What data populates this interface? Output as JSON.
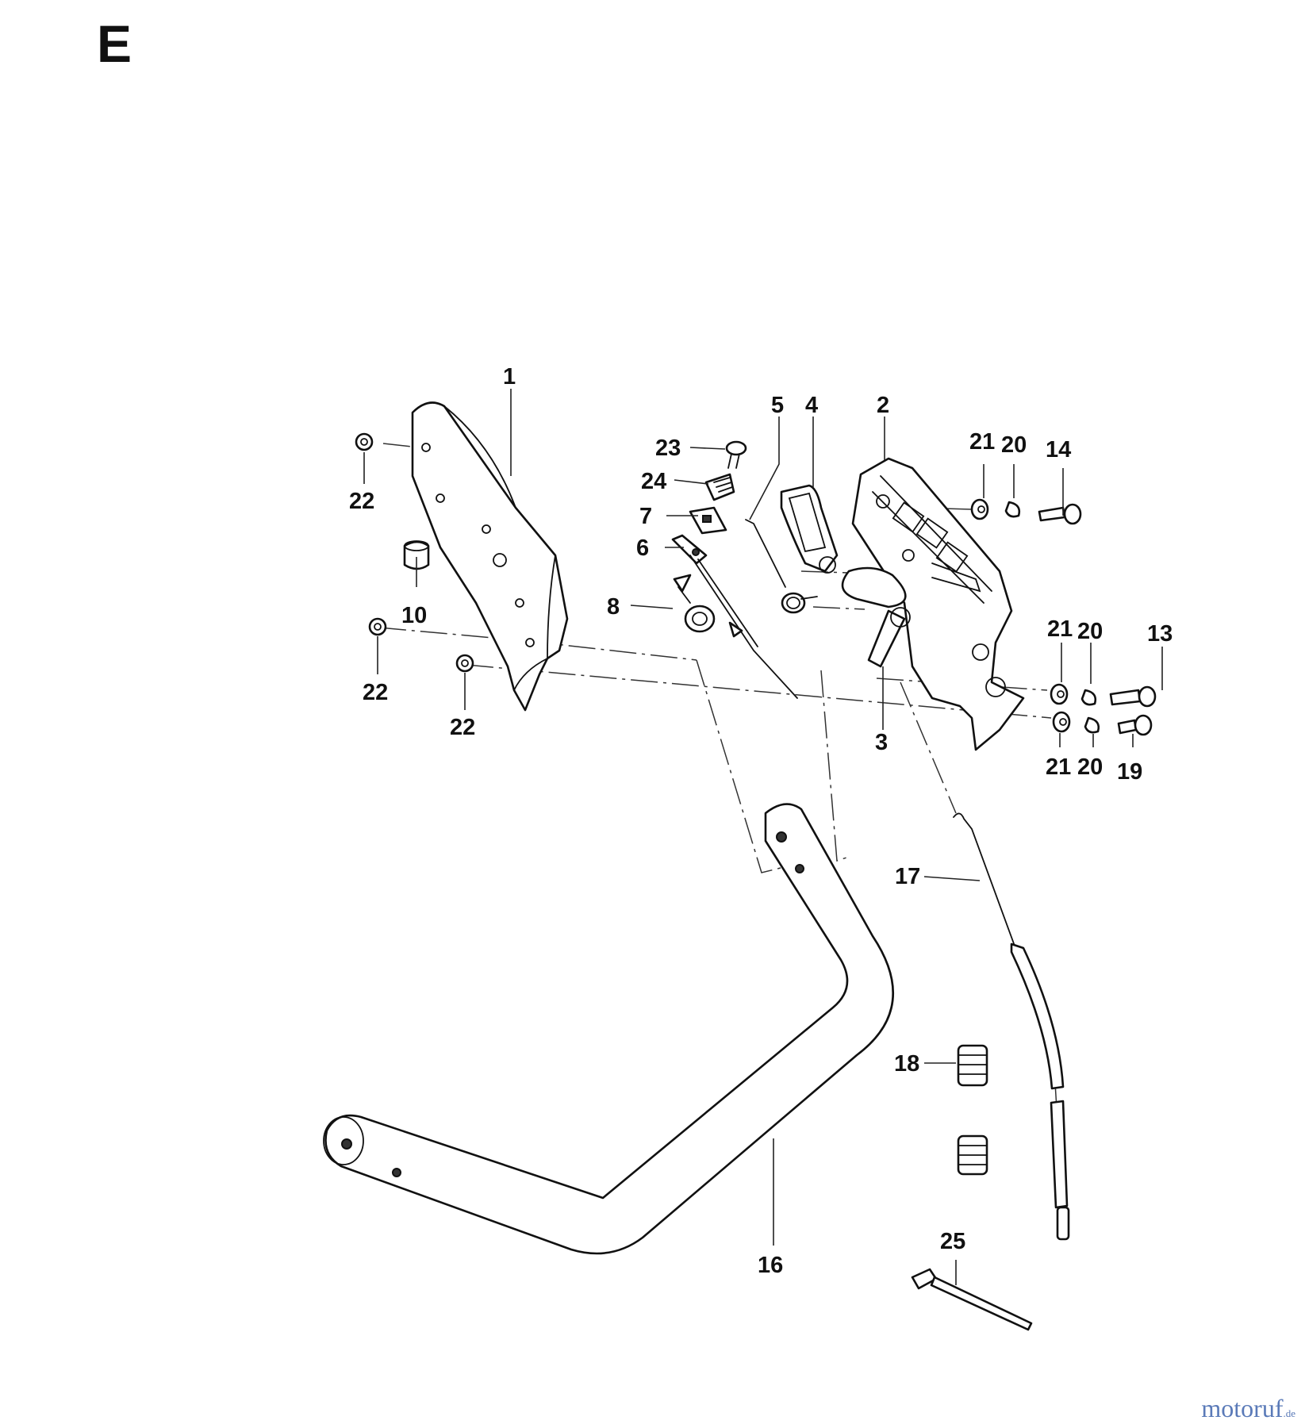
{
  "section_letter": "E",
  "watermark": {
    "brand": "motoruf",
    "tld": ".de"
  },
  "callouts": {
    "p1": "1",
    "p2": "2",
    "p3": "3",
    "p4": "4",
    "p5": "5",
    "p6": "6",
    "p7": "7",
    "p8": "8",
    "p10": "10",
    "p13": "13",
    "p14": "14",
    "p16": "16",
    "p17": "17",
    "p18": "18",
    "p19": "19",
    "p20a": "20",
    "p20b": "20",
    "p20c": "20",
    "p21a": "21",
    "p21b": "21",
    "p21c": "21",
    "p22a": "22",
    "p22b": "22",
    "p22c": "22",
    "p23": "23",
    "p24": "24",
    "p25": "25"
  },
  "colors": {
    "line": "#111111",
    "watermark": "#5a7ab8"
  }
}
